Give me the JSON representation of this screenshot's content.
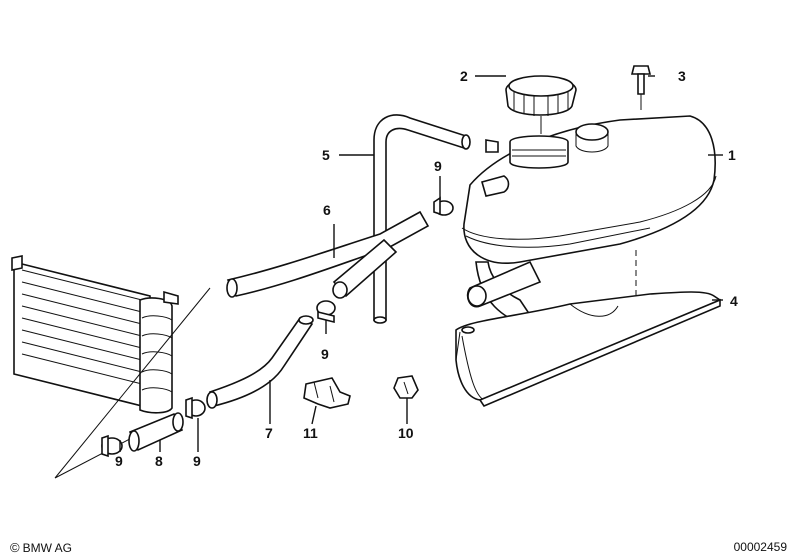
{
  "labels": {
    "l1": "1",
    "l2": "2",
    "l3": "3",
    "l4": "4",
    "l5": "5",
    "l6": "6",
    "l7": "7",
    "l8": "8",
    "l9a": "9",
    "l9b": "9",
    "l9c": "9",
    "l9d": "9",
    "l10": "10",
    "l11": "11"
  },
  "footer": {
    "copyright_symbol": "©",
    "copyright_text": "BMW AG",
    "diagram_number": "00002459"
  }
}
